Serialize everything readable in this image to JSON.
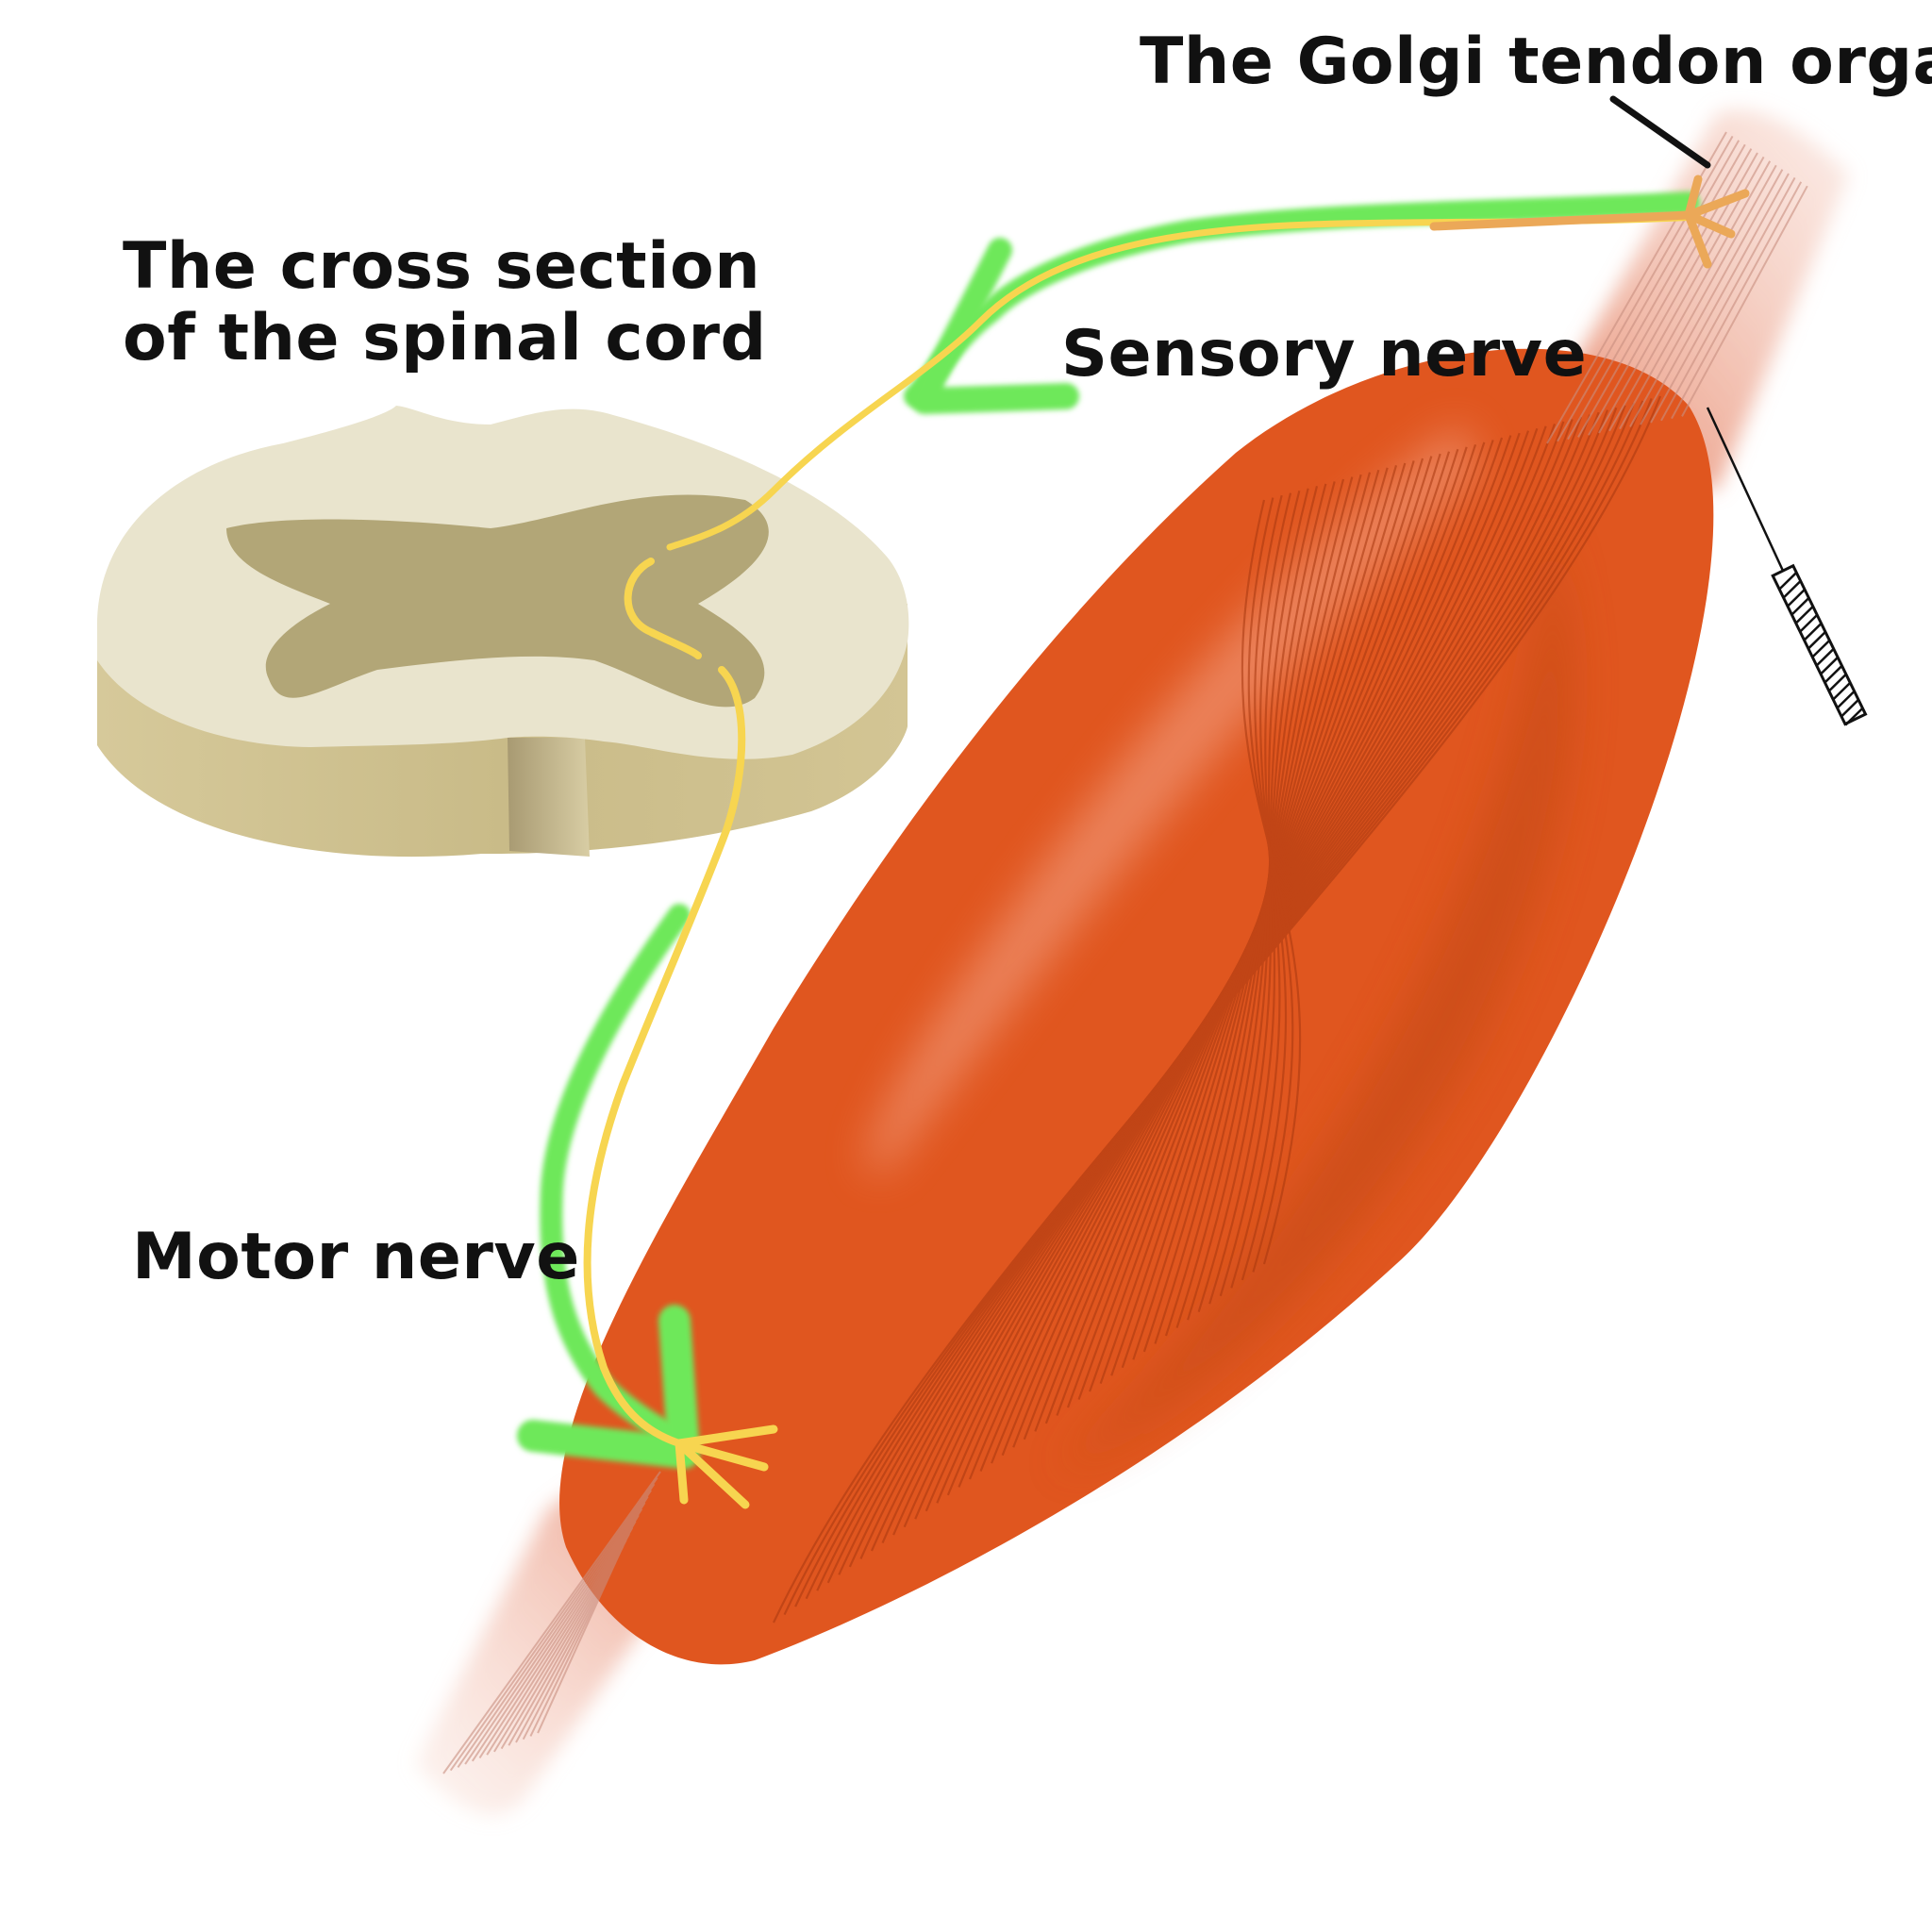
{
  "labels": {
    "golgi_tendon_organ": "The Golgi tendon organ",
    "spinal_cord_line1": "The cross section",
    "spinal_cord_line2": "of the spinal cord",
    "sensory_nerve": "Sensory nerve",
    "motor_nerve": "Motor nerve"
  },
  "colors": {
    "muscle": "#e0561f",
    "muscle_dark": "#c4481a",
    "tendon": "#f2b8a6",
    "spinal_top": "#e9e4cd",
    "spinal_side": "#cdbf8e",
    "grey_matter": "#b2a677",
    "nerve_green": "#6ee85a",
    "nerve_yellow": "#f7d550",
    "golgi_receptor": "#eba858",
    "pointer": "#111111"
  }
}
